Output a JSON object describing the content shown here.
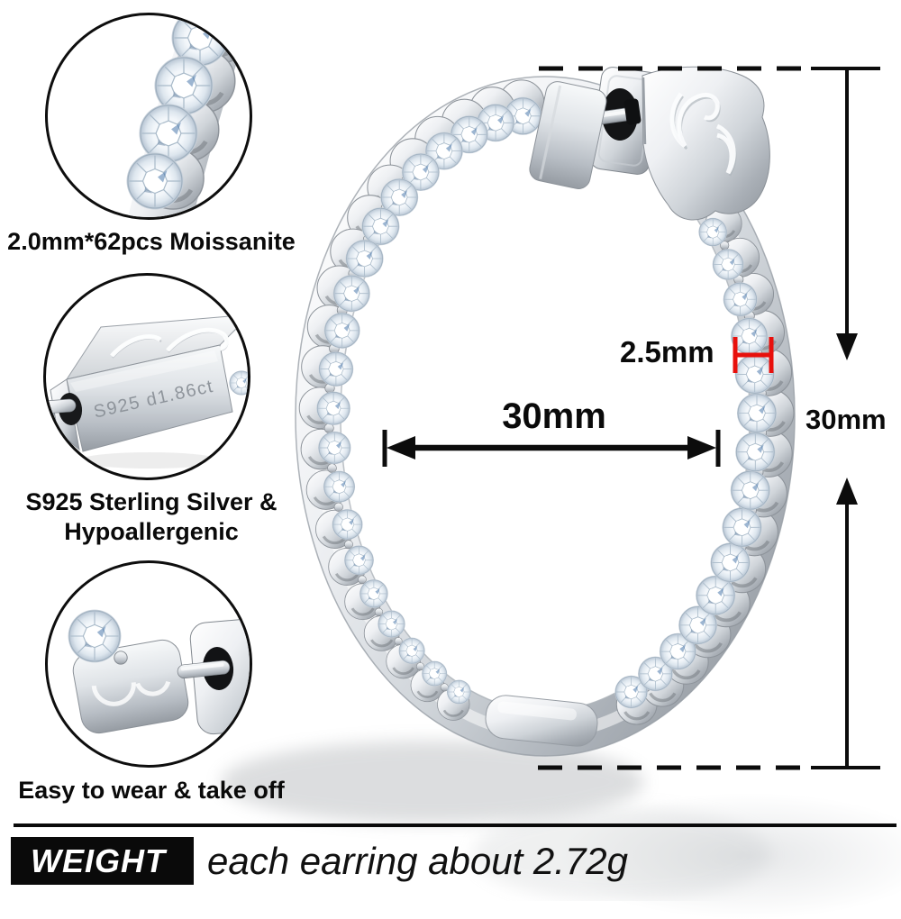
{
  "callouts": [
    {
      "label": "2.0mm*62pcs Moissanite"
    },
    {
      "label_line1": "S925 Sterling Silver &",
      "label_line2": "Hypoallergenic",
      "engraving": "S925 d1.86ct"
    },
    {
      "label": "Easy to wear & take off"
    }
  ],
  "dimensions": {
    "stone_width": "2.5mm",
    "inner_diameter": "30mm",
    "outer_height": "30mm"
  },
  "footer": {
    "heading": "WEIGHT",
    "value": "each earring about 2.72g"
  },
  "colors": {
    "annotation_black": "#0c0c0c",
    "measure_red": "#e8100c",
    "metal_dark": "#8f959c",
    "stone_blue_accent": "#3a6ca3"
  }
}
